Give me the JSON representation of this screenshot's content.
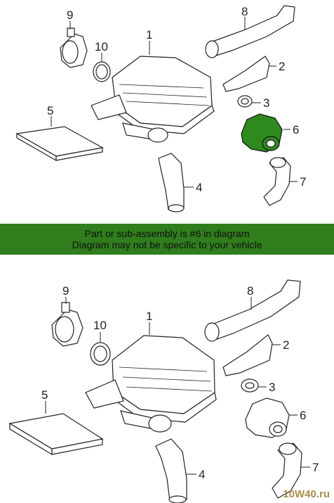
{
  "banner": {
    "line1": "Part or sub-assembly is #6 in diagram",
    "line2": "Diagram may not be specific to your vehicle"
  },
  "callouts": {
    "c1": "1",
    "c2": "2",
    "c3": "3",
    "c4": "4",
    "c5": "5",
    "c6": "6",
    "c7": "7",
    "c8": "8",
    "c9": "9",
    "c10": "10"
  },
  "highlight_part": "6",
  "colors": {
    "highlight": "#2f8a1e",
    "banner_bg": "#2f7d1c"
  },
  "watermark": "10W40.ru"
}
